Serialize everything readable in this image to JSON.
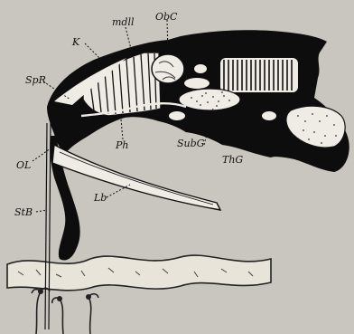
{
  "figure": {
    "labels": {
      "K": "K",
      "mdll": "mdll",
      "ObC": "ObC",
      "SpR": "SpR",
      "OL": "OL",
      "Ph": "Ph",
      "SubG": "SubG",
      "ThG": "ThG",
      "StB": "StB",
      "Lb": "Lb"
    },
    "colors": {
      "background": "#c9c6bf",
      "ink": "#111111",
      "paper_white": "#efece6",
      "substrate": "#e8e4da"
    }
  }
}
